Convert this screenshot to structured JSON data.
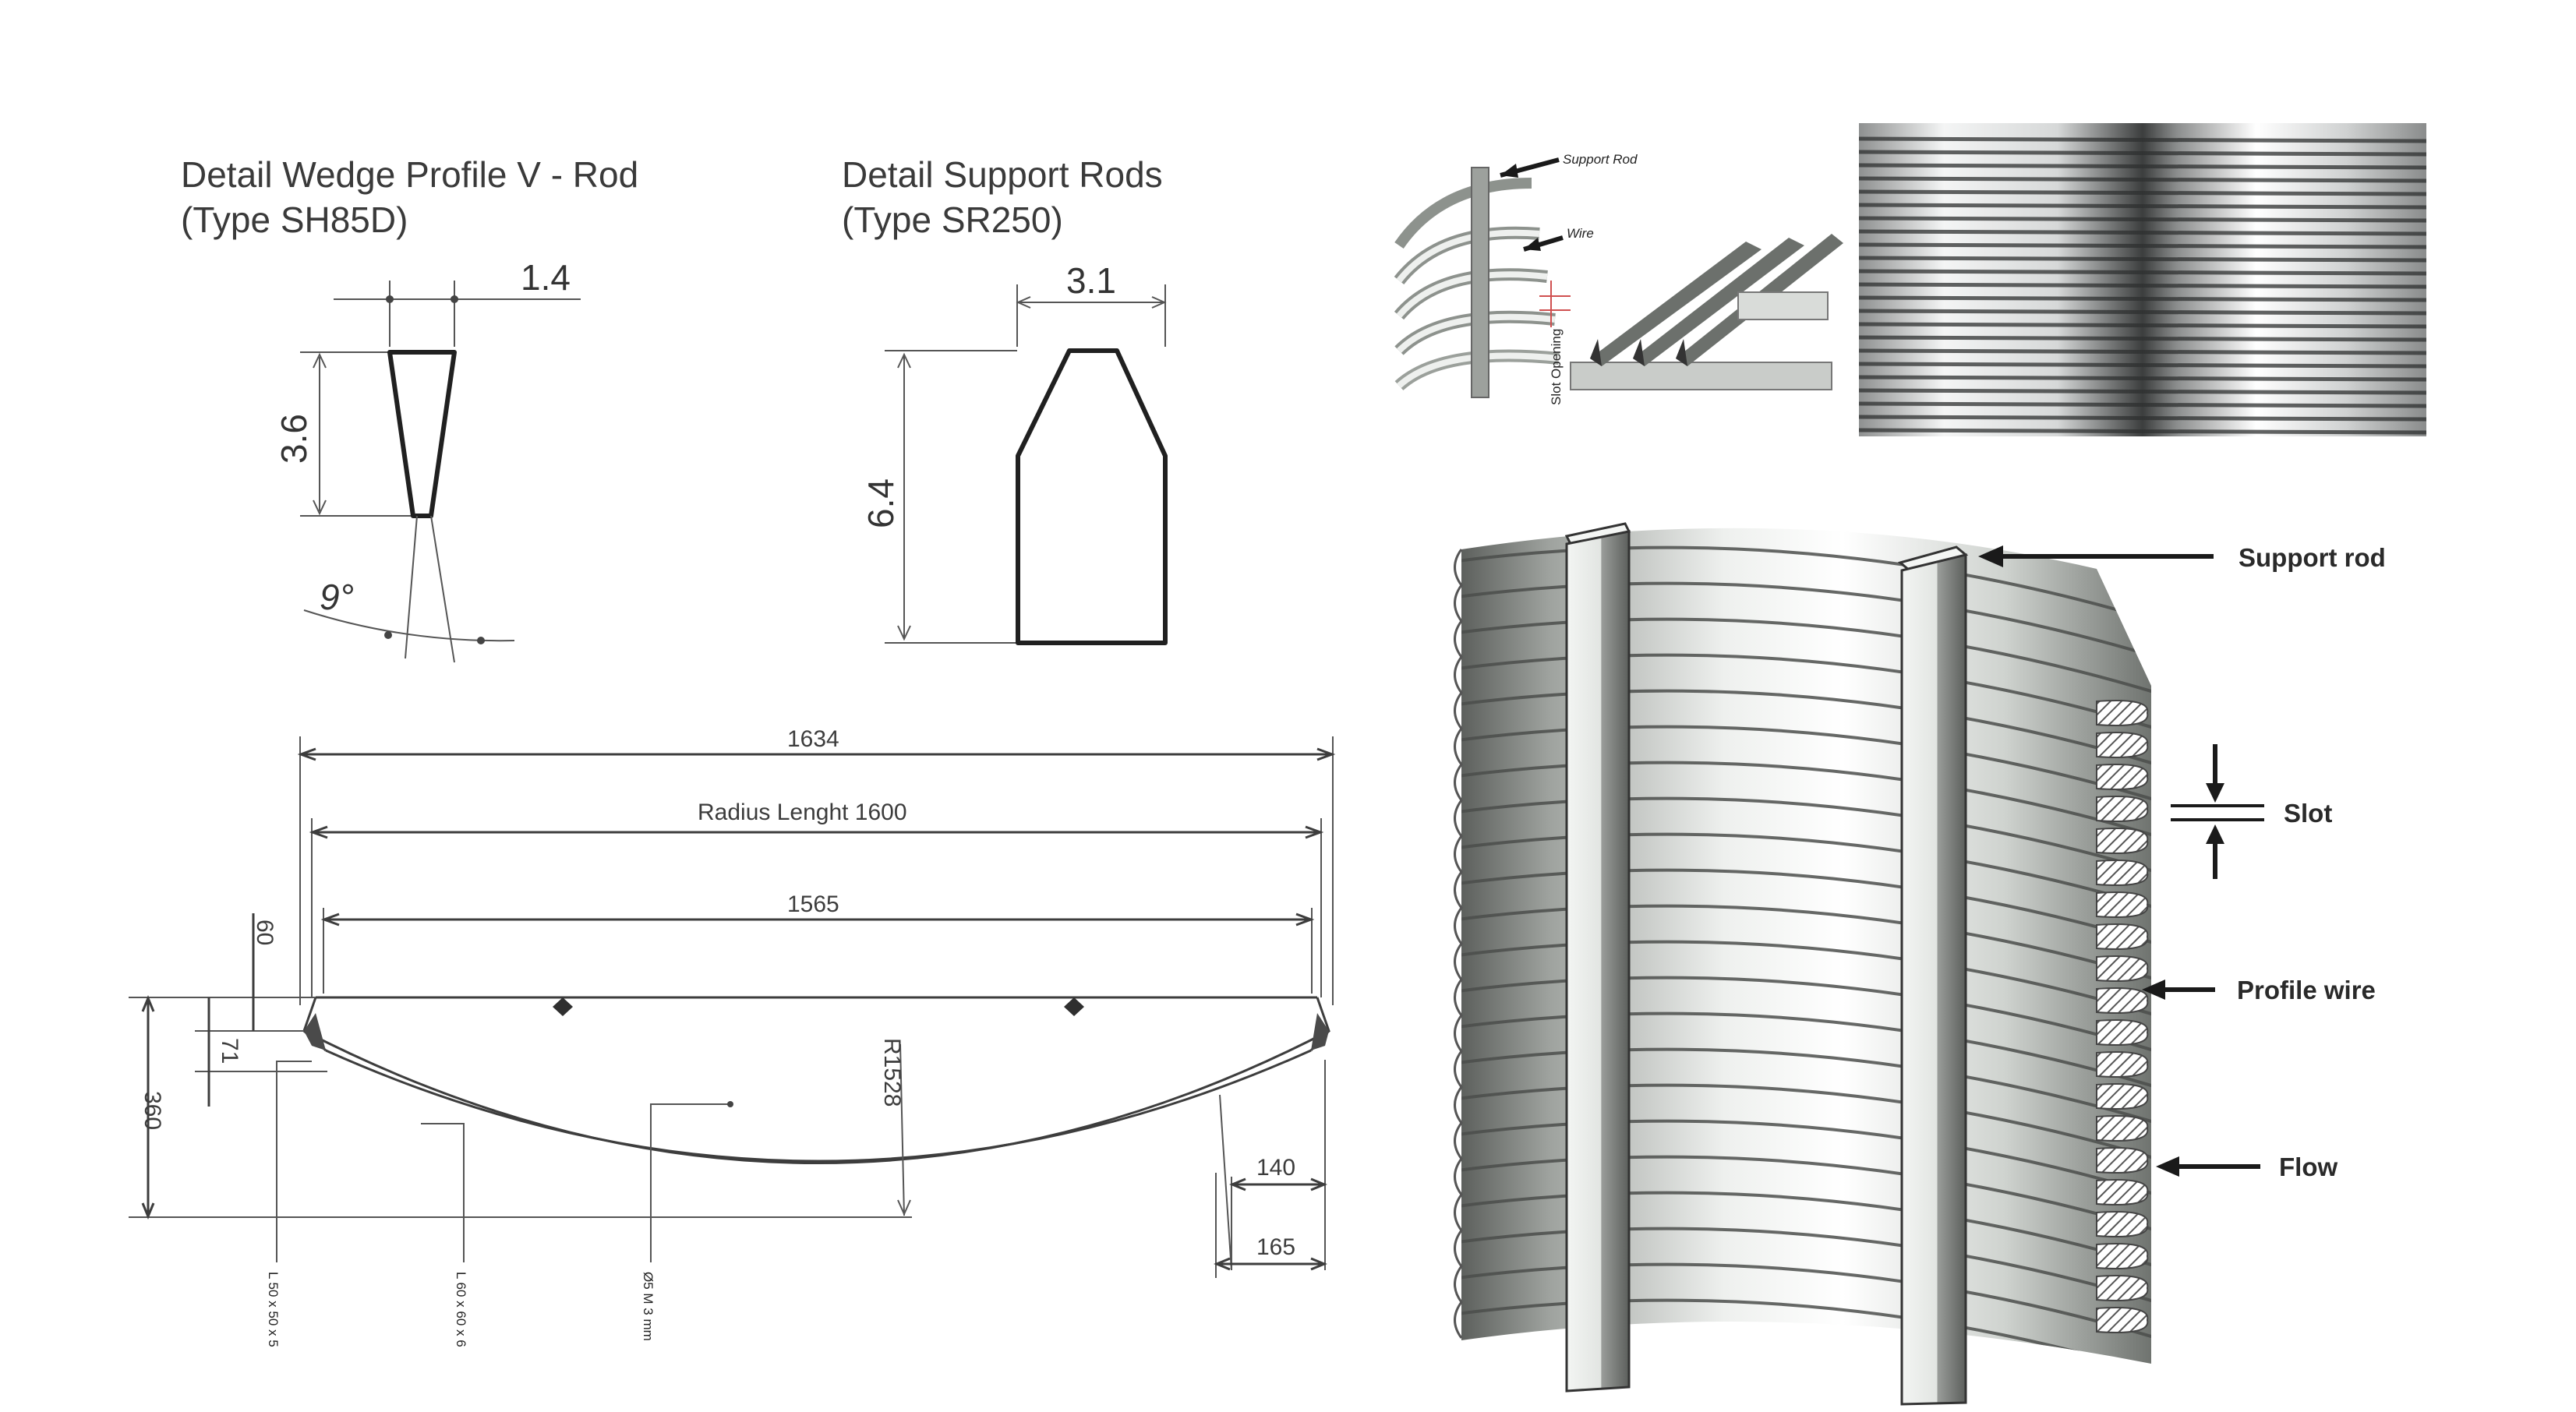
{
  "wedge_detail": {
    "title_line1": "Detail Wedge Profile V - Rod",
    "title_line2": "(Type SH85D)",
    "width": "1.4",
    "height": "3.6",
    "angle": "9°"
  },
  "support_detail": {
    "title_line1": "Detail Support Rods",
    "title_line2": "(Type SR250)",
    "width": "3.1",
    "height": "6.4"
  },
  "small_diagram": {
    "support_rod_label": "Support Rod",
    "wire_label": "Wire",
    "slot_label": "Slot Opening"
  },
  "panel_drawing": {
    "overall": "1634",
    "radius_length": "Radius Lenght 1600",
    "inner": "1565",
    "dim_60": "60",
    "dim_71": "71",
    "dim_360": "360",
    "radius": "R1528",
    "dim_140": "140",
    "dim_165": "165",
    "callout_1": "L 50 x 50 x 5",
    "callout_2": "L 60 x 60 x 6",
    "callout_3": "Ø5 M 3 mm"
  },
  "screen_labels": {
    "support_rod": "Support rod",
    "slot": "Slot",
    "profile_wire": "Profile wire",
    "flow": "Flow"
  },
  "colors": {
    "line": "#3d3d3d",
    "label": "#2a2a2a",
    "slot_mark": "#d05050",
    "metal_light": "#e8ebe8",
    "metal_dark": "#555555"
  },
  "icons": [
    "arrow-left-icon",
    "arrow-down-icon",
    "arrow-up-icon"
  ]
}
